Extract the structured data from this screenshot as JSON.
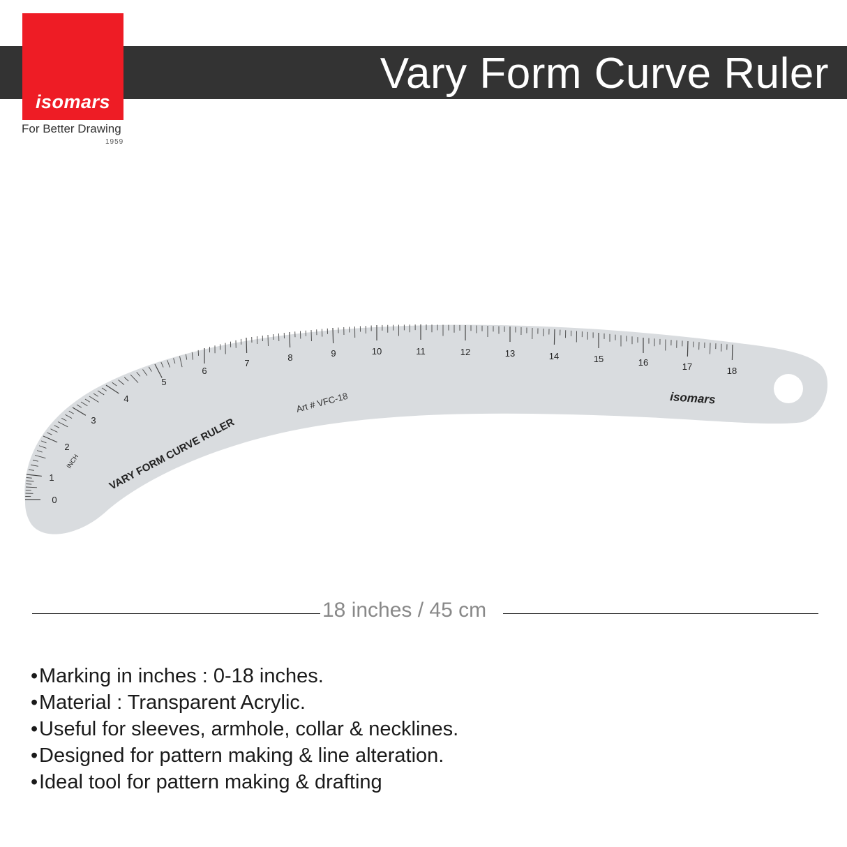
{
  "header": {
    "title": "Vary Form Curve Ruler",
    "banner_color": "#333333"
  },
  "brand": {
    "name": "isomars",
    "tagline": "For Better Drawing",
    "year": "1959",
    "logo_color": "#ee1c25"
  },
  "ruler": {
    "label": "VARY FORM CURVE RULER",
    "art_number": "Art # VFC-18",
    "unit": "INCH",
    "brand": "isomars",
    "marks": [
      "0",
      "1",
      "2",
      "3",
      "4",
      "5",
      "6",
      "7",
      "8",
      "9",
      "10",
      "11",
      "12",
      "13",
      "14",
      "15",
      "16",
      "17",
      "18"
    ],
    "fill_color": "#d9dcdf"
  },
  "dimension": {
    "label": "18 inches / 45 cm"
  },
  "features": [
    "Marking in inches : 0-18 inches.",
    "Material : Transparent Acrylic.",
    "Useful for sleeves, armhole, collar & necklines.",
    "Designed for pattern making & line alteration.",
    "Ideal tool for pattern making & drafting"
  ],
  "bullet": "•"
}
